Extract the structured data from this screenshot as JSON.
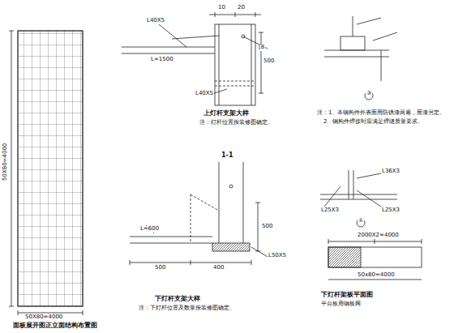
{
  "diagram": {
    "labels": [
      "50X80=4000",
      "50X80=4000",
      "面板展开图正立面结构布置图",
      "上灯杆支架大样",
      "注：灯杆位置按装修图确定。",
      "L=1500",
      "500",
      "L40X5",
      "[8",
      "L40X5",
      "10",
      "20",
      "1-1",
      "下灯杆支架大样",
      "注：下灯杆位置及数量按装修图确定。",
      "L=600",
      "500",
      "400",
      "500",
      "L50X5",
      "③",
      "注：1、本钢构件外表面用防锈漆两遍，面漆另定。",
      "2、钢构件焊接时应满足焊缝质量要求。",
      "①",
      "L36X3",
      "L25X3",
      "L25X3",
      "2000X2=4000",
      "50x80=4000",
      "下灯杆架板平面图",
      "平台板用钢板网"
    ]
  }
}
